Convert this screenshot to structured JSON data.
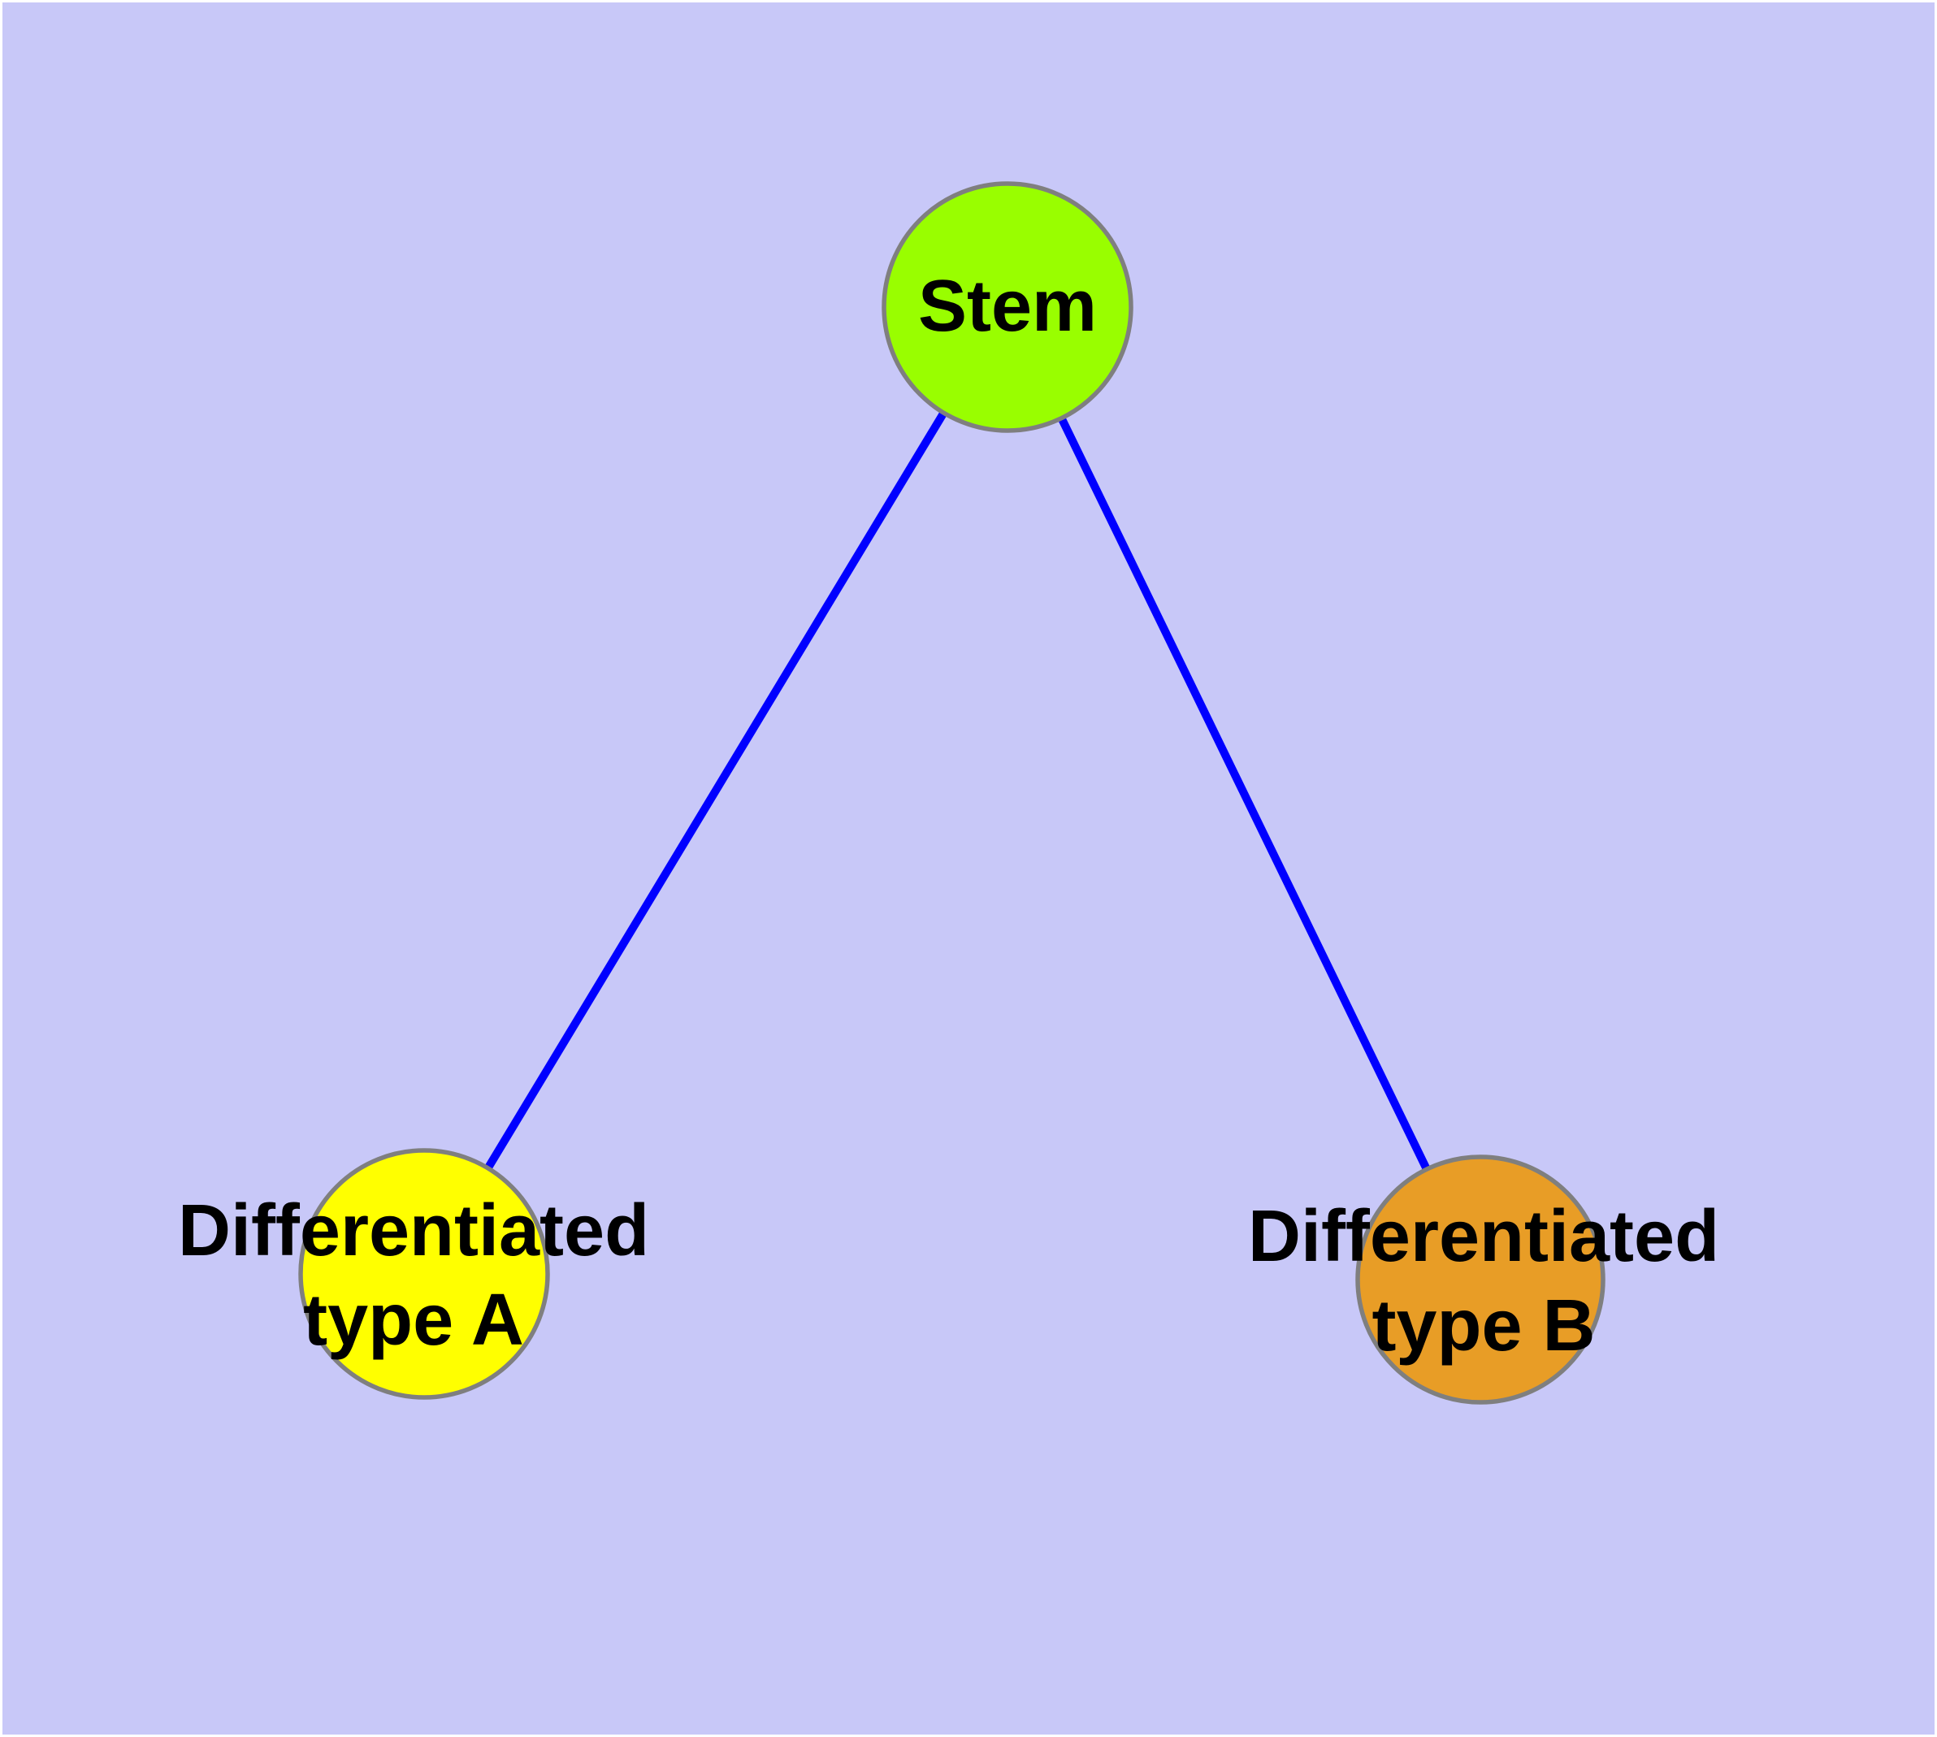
{
  "diagram": {
    "type": "node-link-graph",
    "colors": {
      "background": "#c8c8f8",
      "edge": "#0000ff",
      "node_border": "#7f7f7f",
      "label_text": "#000000"
    },
    "nodes": [
      {
        "id": "stem",
        "label": "Stem",
        "fill": "#99fe00"
      },
      {
        "id": "type-a",
        "label": "Differentiated\ntype A",
        "fill": "#ffff00"
      },
      {
        "id": "type-b",
        "label": "Differentiated\ntype B",
        "fill": "#e89d26"
      }
    ],
    "edges": [
      {
        "from": "Stem",
        "to": "Differentiated type A"
      },
      {
        "from": "Stem",
        "to": "Differentiated type B"
      }
    ]
  }
}
